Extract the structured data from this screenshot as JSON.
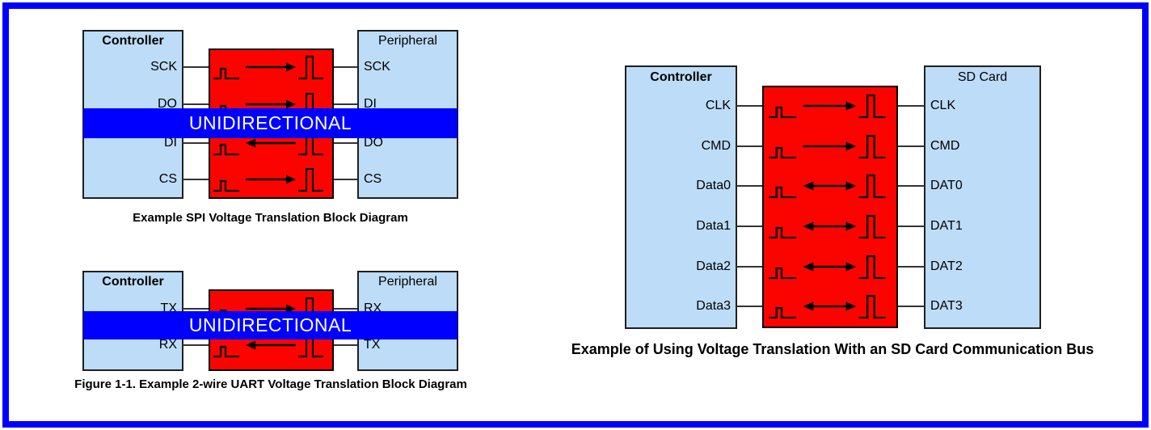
{
  "colors": {
    "frame": "#0000FF",
    "box_fill": "#BDDCF7",
    "box_border": "#1F1F1F",
    "translator_fill": "#FB0400",
    "translator_border": "#000000",
    "wire": "#333333",
    "glyph": "#000000",
    "banner_fill": "#0000FE",
    "banner_text": "#FFFFFF",
    "caption_text": "#000000"
  },
  "diagrams": {
    "spi": {
      "left_box": {
        "title": "Controller",
        "signals": [
          "SCK",
          "DO",
          "DI",
          "CS"
        ]
      },
      "right_box": {
        "title": "Peripheral",
        "signals": [
          "SCK",
          "DI",
          "DO",
          "CS"
        ]
      },
      "channels": [
        {
          "from": "SCK",
          "to": "SCK",
          "direction": "left-to-right"
        },
        {
          "from": "DO",
          "to": "DI",
          "direction": "left-to-right"
        },
        {
          "from": "DI",
          "to": "DO",
          "direction": "right-to-left"
        },
        {
          "from": "CS",
          "to": "CS",
          "direction": "left-to-right"
        }
      ],
      "banner": "UNIDIRECTIONAL",
      "caption": "Example SPI Voltage Translation Block Diagram"
    },
    "uart": {
      "left_box": {
        "title": "Controller",
        "signals": [
          "TX",
          "RX"
        ]
      },
      "right_box": {
        "title": "Peripheral",
        "signals": [
          "RX",
          "TX"
        ]
      },
      "channels": [
        {
          "from": "TX",
          "to": "RX",
          "direction": "left-to-right"
        },
        {
          "from": "RX",
          "to": "TX",
          "direction": "right-to-left"
        }
      ],
      "banner": "UNIDIRECTIONAL",
      "caption": "Figure 1-1. Example 2-wire UART Voltage Translation Block Diagram"
    },
    "sd": {
      "left_box": {
        "title": "Controller",
        "signals": [
          "CLK",
          "CMD",
          "Data0",
          "Data1",
          "Data2",
          "Data3"
        ]
      },
      "right_box": {
        "title": "SD Card",
        "signals": [
          "CLK",
          "CMD",
          "DAT0",
          "DAT1",
          "DAT2",
          "DAT3"
        ]
      },
      "channels": [
        {
          "from": "CLK",
          "to": "CLK",
          "direction": "left-to-right"
        },
        {
          "from": "CMD",
          "to": "CMD",
          "direction": "left-to-right"
        },
        {
          "from": "Data0",
          "to": "DAT0",
          "direction": "bidirectional"
        },
        {
          "from": "Data1",
          "to": "DAT1",
          "direction": "bidirectional"
        },
        {
          "from": "Data2",
          "to": "DAT2",
          "direction": "bidirectional"
        },
        {
          "from": "Data3",
          "to": "DAT3",
          "direction": "bidirectional"
        }
      ],
      "caption": "Example of Using Voltage Translation With an SD Card Communication Bus"
    }
  }
}
